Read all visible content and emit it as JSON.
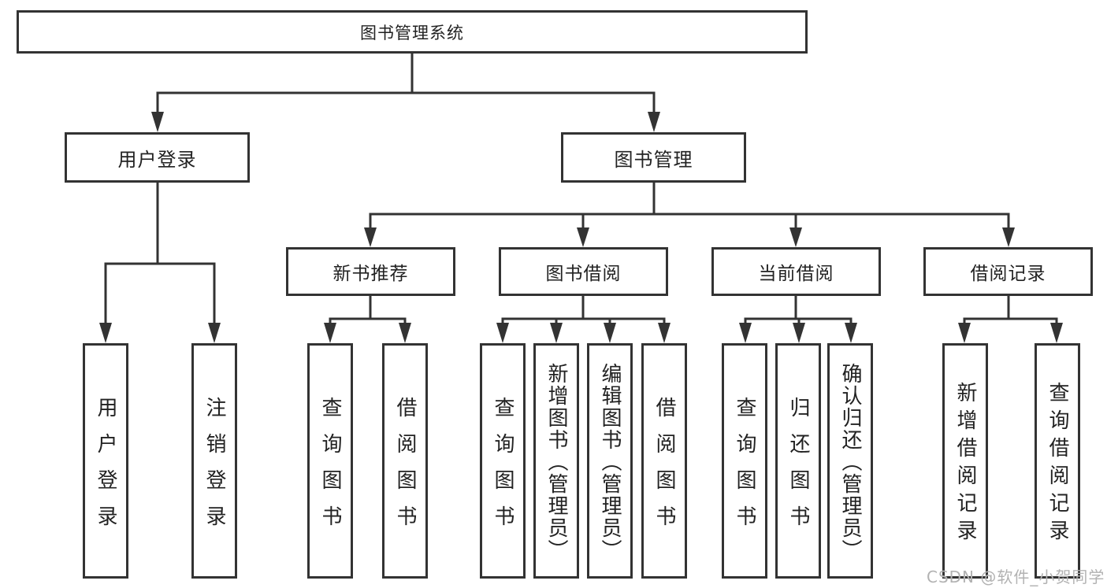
{
  "diagram": {
    "root": {
      "label": "图书管理系统"
    },
    "branches": [
      {
        "label": "用户登录",
        "children": [
          "用户登录",
          "注销登录"
        ]
      },
      {
        "label": "图书管理",
        "groups": [
          {
            "label": "新书推荐",
            "children": [
              "查询图书",
              "借阅图书"
            ]
          },
          {
            "label": "图书借阅",
            "children": [
              "查询图书",
              "新增图书（管理员）",
              "编辑图书（管理员）",
              "借阅图书"
            ]
          },
          {
            "label": "当前借阅",
            "children": [
              "查询图书",
              "归还图书",
              "确认归还（管理员）"
            ]
          },
          {
            "label": "借阅记录",
            "children": [
              "新增借阅记录",
              "查询借阅记录"
            ]
          }
        ]
      }
    ]
  },
  "watermark": {
    "text": "CSDN @软件_小贺同学"
  },
  "colors": {
    "background": "#ffffff",
    "line": "#333333",
    "box_border": "#333333",
    "text": "#222222",
    "watermark": "#b2b2b2"
  }
}
